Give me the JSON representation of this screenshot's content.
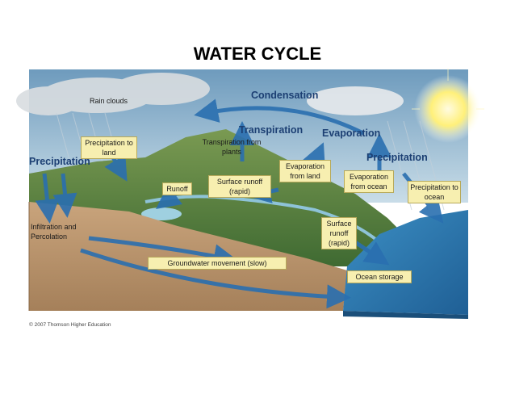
{
  "title": "WATER CYCLE",
  "labels": {
    "rain_clouds": "Rain clouds",
    "condensation": "Condensation",
    "transpiration": "Transpiration",
    "evaporation": "Evaporation",
    "precipitation_left": "Precipitation",
    "precipitation_right": "Precipitation",
    "infiltration": "Infiltration and Percolation"
  },
  "boxes": {
    "precip_land": "Precipitation to land",
    "transp_plants": "Transpiration from plants",
    "evap_land": "Evaporation from land",
    "evap_ocean": "Evaporation from ocean",
    "precip_ocean": "Precipitation to ocean",
    "runoff": "Runoff",
    "surface_runoff": "Surface runoff (rapid)",
    "surface_runoff_2": "Surface runoff (rapid)",
    "groundwater": "Groundwater movement (slow)",
    "ocean_storage": "Ocean storage"
  },
  "credit": "© 2007 Thomson Higher Education",
  "colors": {
    "sky": "#8fb6d0",
    "arrow": "#2a6fb0",
    "label_box": "#f7efb0",
    "ocean": "#2f7fb8",
    "soil": "#b8916a"
  }
}
